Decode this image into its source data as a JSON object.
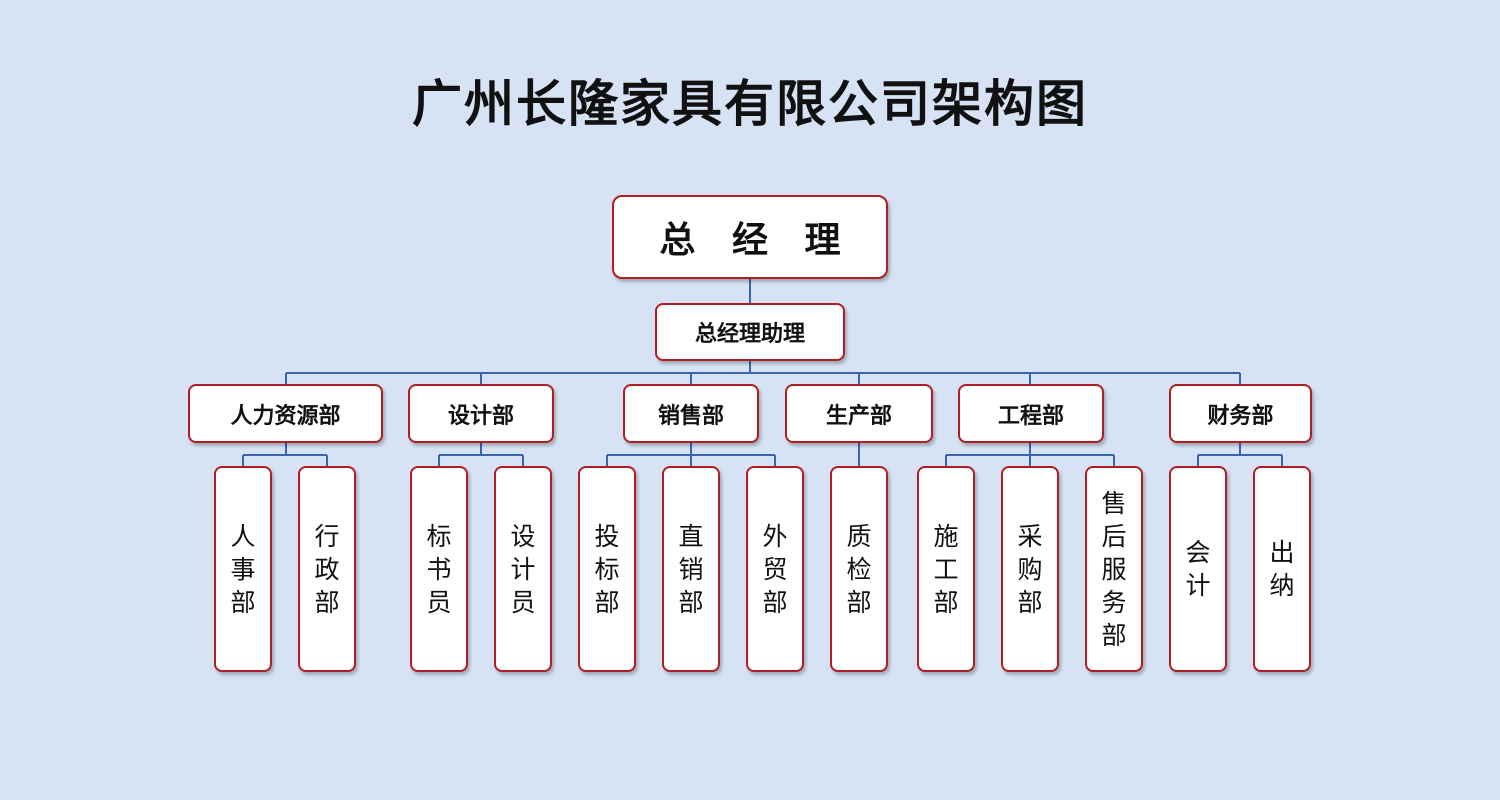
{
  "title": "广州长隆家具有限公司架构图",
  "general_manager": "总 经 理",
  "assistant": "总经理助理",
  "departments": [
    {
      "name": "人力资源部",
      "subs": [
        "人事部",
        "行政部"
      ]
    },
    {
      "name": "设计部",
      "subs": [
        "标书员",
        "设计员"
      ]
    },
    {
      "name": "销售部",
      "subs": [
        "投标部",
        "直销部",
        "外贸部"
      ]
    },
    {
      "name": "生产部",
      "subs": [
        "质检部"
      ]
    },
    {
      "name": "工程部",
      "subs": [
        "施工部",
        "采购部",
        "售后服务部"
      ]
    },
    {
      "name": "财务部",
      "subs": [
        "会计",
        "出纳"
      ]
    }
  ],
  "colors": {
    "background": "#d7e3f4",
    "box_border": "#b01e24",
    "connector": "#3a66b0"
  }
}
